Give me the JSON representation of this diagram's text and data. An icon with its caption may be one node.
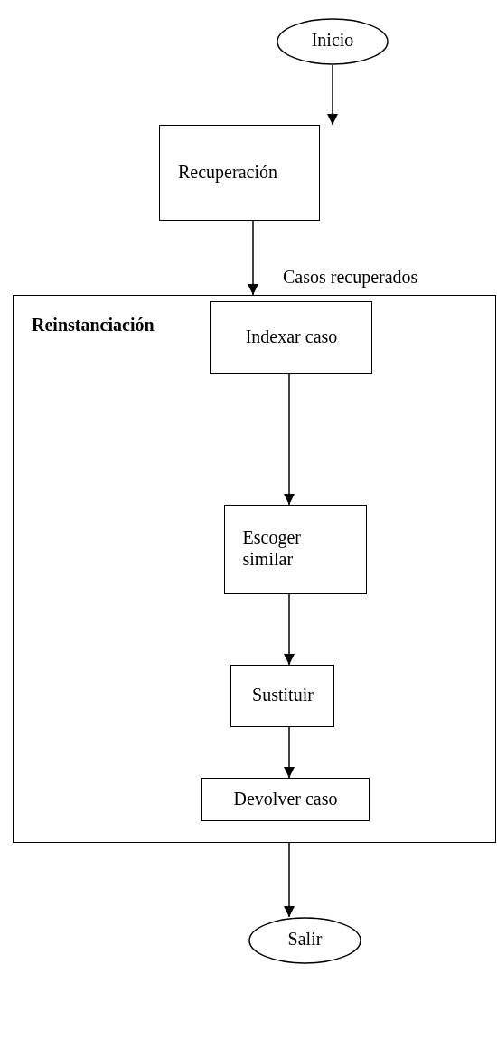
{
  "diagram": {
    "nodes": [
      {
        "text": [
          "Inicio"
        ]
      },
      {
        "text": [
          "Recuperación"
        ]
      },
      {
        "text": [
          "Reinstanciación"
        ]
      },
      {
        "text": [
          "Indexar caso"
        ],
        "in": 2
      },
      {
        "text": [
          "Escoger similar"
        ],
        "in": 2
      },
      {
        "text": [
          "Sustituir"
        ],
        "in": 2
      },
      {
        "text": [
          "Devolver caso"
        ],
        "in": 2
      },
      {
        "text": [
          "Salir"
        ]
      }
    ],
    "edges": [
      {
        "from": 0,
        "to": 1,
        "arrow": "to"
      },
      {
        "from": 1,
        "to": 2,
        "arrow": "to",
        "label": "Casos recuperados"
      },
      {
        "from": 3,
        "to": 4,
        "arrow": "to"
      },
      {
        "from": 4,
        "to": 5,
        "arrow": "to"
      },
      {
        "from": 5,
        "to": 6,
        "arrow": "to"
      },
      {
        "from": 2,
        "to": 7,
        "arrow": "to"
      }
    ]
  }
}
